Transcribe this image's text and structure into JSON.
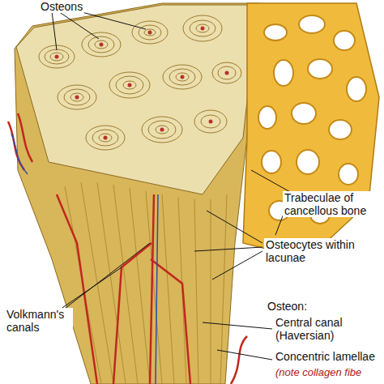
{
  "diagram": {
    "labels": [
      "Osteons",
      "Trabeculae of cancellous bone",
      "Osteocytes within lacunae",
      "Volkmann's canals",
      "Osteon:",
      "Central canal (Haversian)",
      "Concentric lamellae",
      "(note collagen fibe"
    ]
  }
}
